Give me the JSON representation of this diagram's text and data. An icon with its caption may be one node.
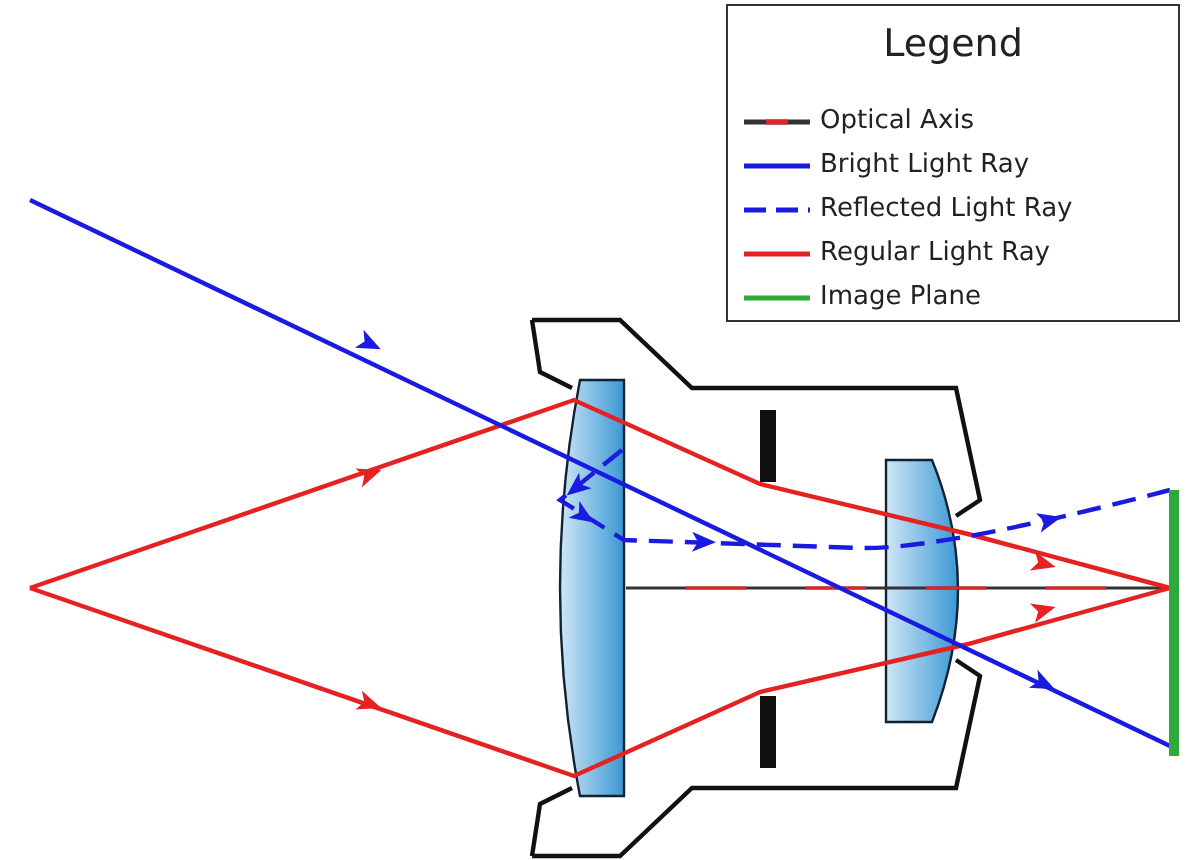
{
  "diagram": {
    "labels": [
      "Legend"
    ],
    "legend": [
      {
        "text": "Optical Axis"
      },
      {
        "text": "Bright Light Ray"
      },
      {
        "text": "Reflected Light Ray"
      },
      {
        "text": "Regular Light Ray"
      },
      {
        "text": "Image Plane"
      }
    ]
  }
}
